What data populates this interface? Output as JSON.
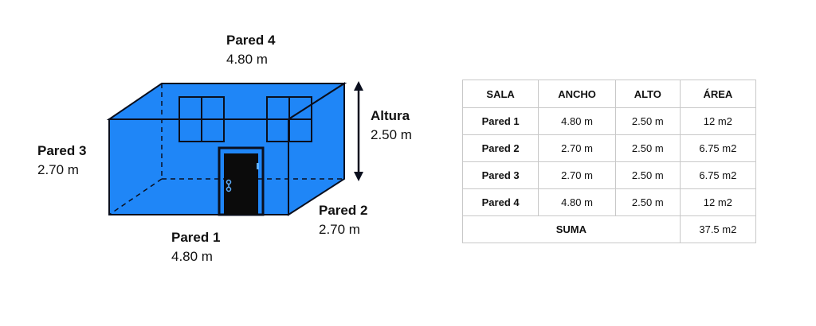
{
  "labels": {
    "pared4": {
      "title": "Pared 4",
      "value": "4.80 m"
    },
    "pared3": {
      "title": "Pared 3",
      "value": "2.70 m"
    },
    "pared1": {
      "title": "Pared 1",
      "value": "4.80 m"
    },
    "pared2": {
      "title": "Pared 2",
      "value": "2.70 m"
    },
    "altura": {
      "title": "Altura",
      "value": "2.50 m"
    }
  },
  "colors": {
    "wall_fill": "#1f86f7",
    "outline": "#0a0f1e",
    "door": "#0b0b0b"
  },
  "table": {
    "headers": [
      "SALA",
      "ANCHO",
      "ALTO",
      "ÁREA"
    ],
    "rows": [
      [
        "Pared 1",
        "4.80 m",
        "2.50 m",
        "12 m2"
      ],
      [
        "Pared 2",
        "2.70 m",
        "2.50 m",
        "6.75 m2"
      ],
      [
        "Pared 3",
        "2.70 m",
        "2.50 m",
        "6.75 m2"
      ],
      [
        "Pared 4",
        "4.80 m",
        "2.50 m",
        "12 m2"
      ]
    ],
    "sum_label": "SUMA",
    "sum_value": "37.5 m2"
  }
}
